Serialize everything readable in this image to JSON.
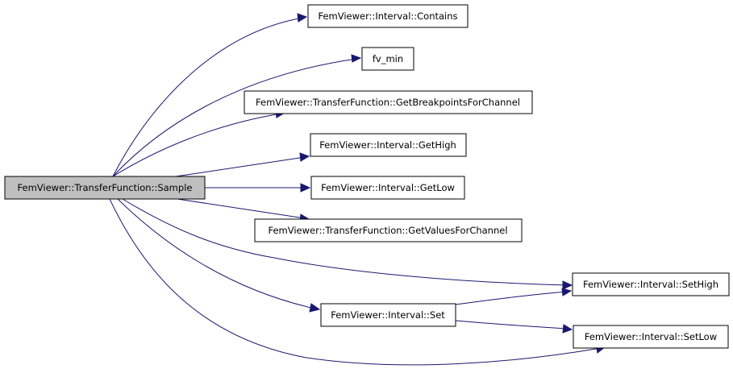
{
  "graph": {
    "edge_color": "#191970",
    "root_fill": "#bfbfbf",
    "nodes": {
      "root": "FemViewer::TransferFunction::Sample",
      "contains": "FemViewer::Interval::Contains",
      "fv_min": "fv_min",
      "get_breakpoints": "FemViewer::TransferFunction::GetBreakpointsForChannel",
      "get_high": "FemViewer::Interval::GetHigh",
      "get_low": "FemViewer::Interval::GetLow",
      "get_values": "FemViewer::TransferFunction::GetValuesForChannel",
      "set_high": "FemViewer::Interval::SetHigh",
      "set": "FemViewer::Interval::Set",
      "set_low": "FemViewer::Interval::SetLow"
    },
    "edges": [
      {
        "from": "FemViewer::TransferFunction::Sample",
        "to": "FemViewer::Interval::Contains"
      },
      {
        "from": "FemViewer::TransferFunction::Sample",
        "to": "fv_min"
      },
      {
        "from": "FemViewer::TransferFunction::Sample",
        "to": "FemViewer::TransferFunction::GetBreakpointsForChannel"
      },
      {
        "from": "FemViewer::TransferFunction::Sample",
        "to": "FemViewer::Interval::GetHigh"
      },
      {
        "from": "FemViewer::TransferFunction::Sample",
        "to": "FemViewer::Interval::GetLow"
      },
      {
        "from": "FemViewer::TransferFunction::Sample",
        "to": "FemViewer::TransferFunction::GetValuesForChannel"
      },
      {
        "from": "FemViewer::TransferFunction::Sample",
        "to": "FemViewer::Interval::SetHigh"
      },
      {
        "from": "FemViewer::TransferFunction::Sample",
        "to": "FemViewer::Interval::Set"
      },
      {
        "from": "FemViewer::TransferFunction::Sample",
        "to": "FemViewer::Interval::SetLow"
      },
      {
        "from": "FemViewer::Interval::Set",
        "to": "FemViewer::Interval::SetHigh"
      },
      {
        "from": "FemViewer::Interval::Set",
        "to": "FemViewer::Interval::SetLow"
      }
    ]
  }
}
